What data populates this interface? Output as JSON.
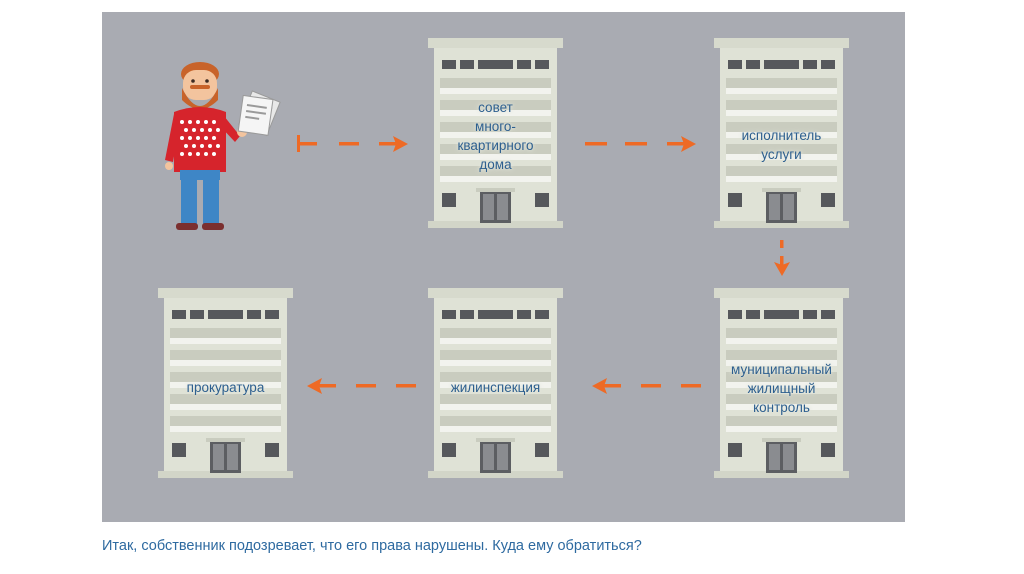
{
  "nodes": [
    {
      "id": "council",
      "label": "совет\nмного-\nквартирного\nдома"
    },
    {
      "id": "contractor",
      "label": "исполнитель\nуслуги"
    },
    {
      "id": "municipal",
      "label": "муниципальный\nжилищный\nконтроль"
    },
    {
      "id": "inspection",
      "label": "жилинспекция"
    },
    {
      "id": "prosecutor",
      "label": "прокуратура"
    }
  ],
  "flow": [
    [
      "owner",
      "council"
    ],
    [
      "council",
      "contractor"
    ],
    [
      "contractor",
      "municipal"
    ],
    [
      "municipal",
      "inspection"
    ],
    [
      "inspection",
      "prosecutor"
    ]
  ],
  "caption": "Итак, собственник подозревает, что его права нарушены. Куда ему обратиться?",
  "colors": {
    "background": "#a9abb2",
    "building": "#dfe2d6",
    "arrow": "#ee6a25",
    "label_text": "#2d5f8f",
    "caption_text": "#2e6aa0"
  }
}
